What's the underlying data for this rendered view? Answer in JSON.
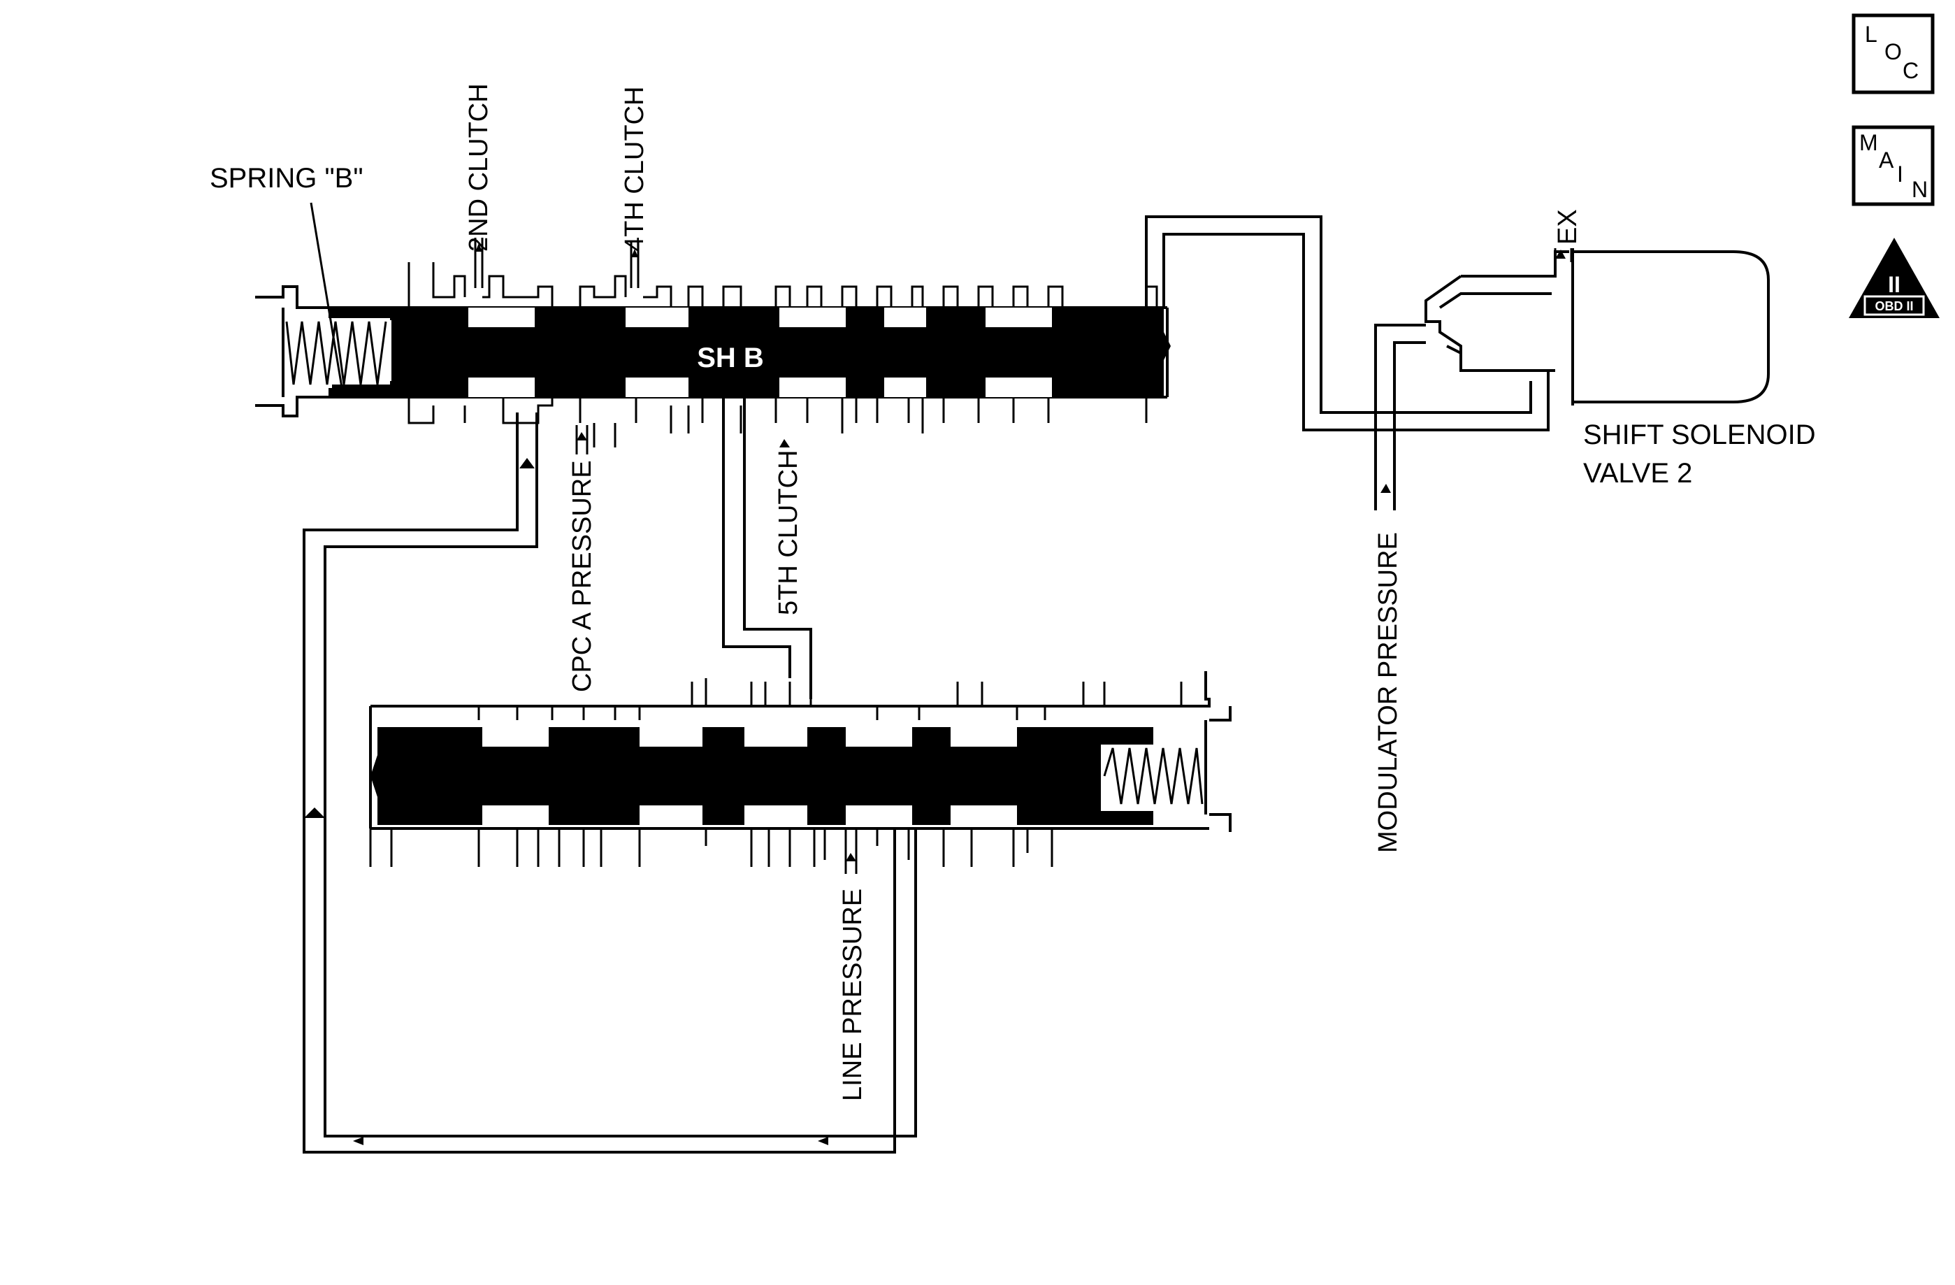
{
  "labels": {
    "spring": "SPRING \"B\"",
    "second_clutch": "2ND CLUTCH",
    "fourth_clutch": "4TH CLUTCH",
    "spool": "SH B",
    "cpc_a_pressure": "CPC A PRESSURE",
    "fifth_clutch": "5TH CLUTCH",
    "line_pressure": "LINE PRESSURE",
    "modulator_pressure": "MODULATOR PRESSURE",
    "exhaust": "EX",
    "solenoid_line1": "SHIFT SOLENOID",
    "solenoid_line2": "VALVE 2"
  },
  "nav": {
    "loc": [
      "L",
      "O",
      "C"
    ],
    "main": [
      "M",
      "A",
      "I",
      "N"
    ],
    "obd_numeral": "II",
    "obd_label": "OBD II"
  }
}
